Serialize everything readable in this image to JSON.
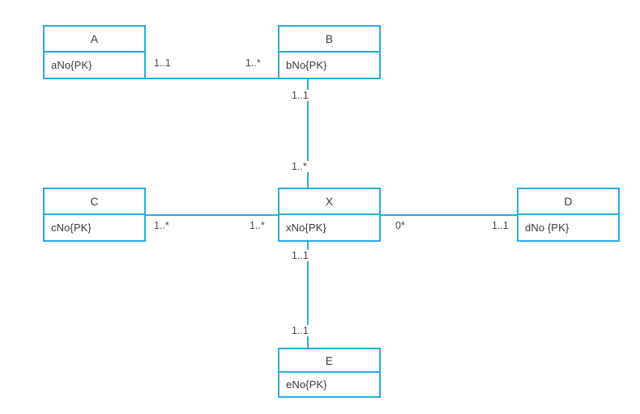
{
  "diagram": {
    "title": "UML class / ER diagram",
    "accent_color": "#29ABE2",
    "text_color": "#3a3a3a",
    "background_color": "#ffffff",
    "entities": [
      {
        "id": "A",
        "name": "A",
        "attribute": "aNo{PK}"
      },
      {
        "id": "B",
        "name": "B",
        "attribute": "bNo{PK}"
      },
      {
        "id": "C",
        "name": "C",
        "attribute": "cNo{PK}"
      },
      {
        "id": "D",
        "name": "D",
        "attribute": "dNo {PK}"
      },
      {
        "id": "E",
        "name": "E",
        "attribute": "eNo{PK}"
      },
      {
        "id": "X",
        "name": "X",
        "attribute": "xNo{PK}"
      }
    ],
    "associations": [
      {
        "from": "A",
        "to": "B",
        "from_multiplicity": "1..1",
        "to_multiplicity": "1..*",
        "orientation": "horizontal"
      },
      {
        "from": "B",
        "to": "X",
        "from_multiplicity": "1..1",
        "to_multiplicity": "1..*",
        "orientation": "vertical"
      },
      {
        "from": "C",
        "to": "X",
        "from_multiplicity": "1..*",
        "to_multiplicity": "1..*",
        "orientation": "horizontal"
      },
      {
        "from": "X",
        "to": "D",
        "from_multiplicity": "0*",
        "to_multiplicity": "1..1",
        "orientation": "horizontal"
      },
      {
        "from": "X",
        "to": "E",
        "from_multiplicity": "1..1",
        "to_multiplicity": "1..1",
        "orientation": "vertical"
      }
    ],
    "multiplicity_labels": {
      "a_to_b": "1..1",
      "b_from_a": "1..*",
      "b_to_x": "1..1",
      "x_from_b": "1..*",
      "c_to_x": "1..*",
      "x_from_c": "1..*",
      "x_to_d": "0*",
      "d_from_x": "1..1",
      "x_to_e": "1..1",
      "e_from_x": "1..1"
    }
  }
}
